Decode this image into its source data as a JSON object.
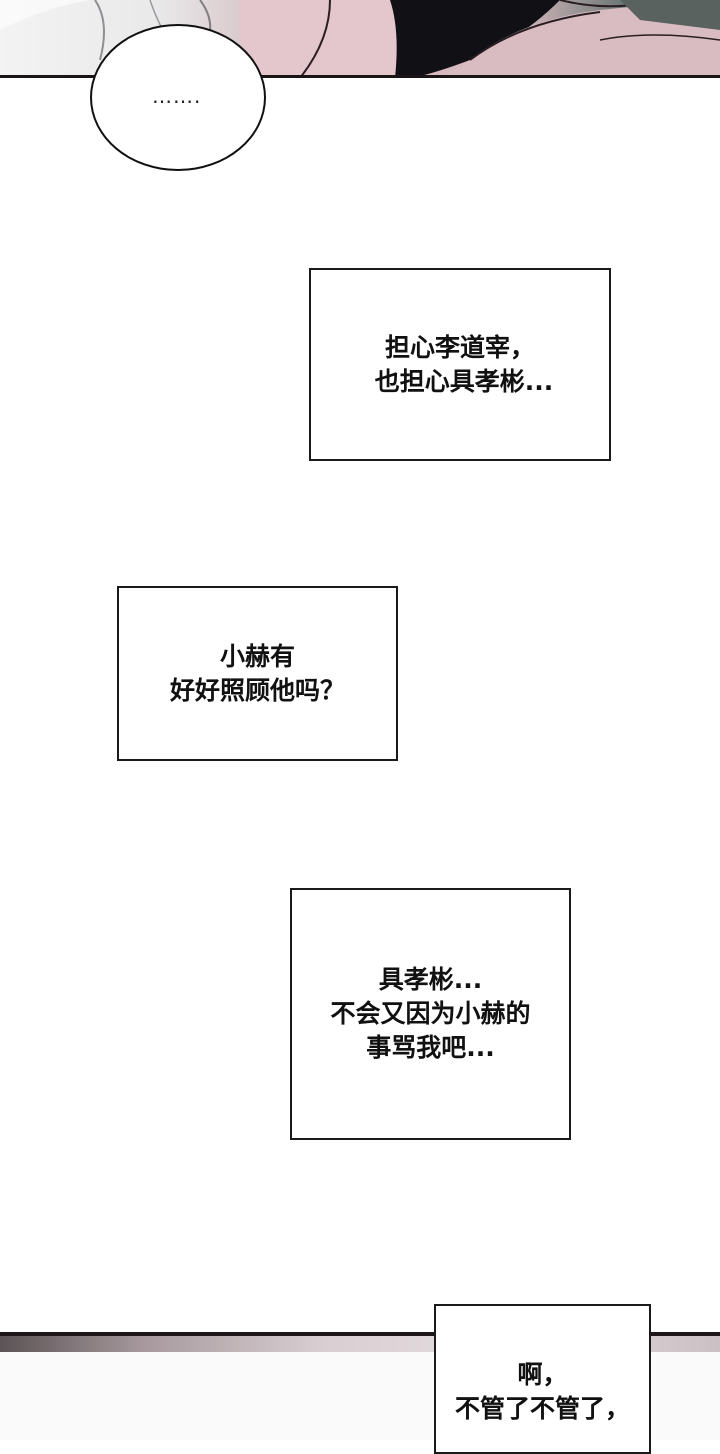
{
  "top_panel": {
    "description_icon": "manga-art-panel"
  },
  "bubble": {
    "text": "……."
  },
  "narration": [
    {
      "lines": [
        "担心李道宰，",
        "也担心具孝彬..."
      ]
    },
    {
      "lines": [
        "小赫有",
        "好好照顾他吗？"
      ]
    },
    {
      "lines": [
        "具孝彬...",
        "不会又因为小赫的",
        "事骂我吧..."
      ]
    },
    {
      "lines": [
        "啊，",
        "不管了不管了，"
      ]
    }
  ]
}
